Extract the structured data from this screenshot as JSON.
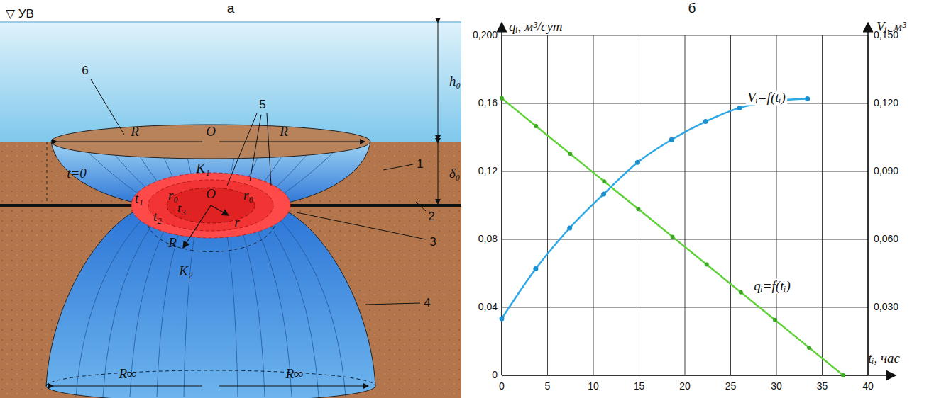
{
  "diagram": {
    "labels": [
      "а",
      "▽ УВ",
      "h₀",
      "6",
      "R",
      "O",
      "R",
      "1",
      "K₁",
      "5",
      "δ₀",
      "t=0",
      "t₁",
      "r₀",
      "O",
      "r₀",
      "t₂",
      "t₃",
      "r",
      "R",
      "2",
      "3",
      "K₂",
      "4",
      "R∞",
      "R∞",
      "б",
      "qᵢ, м³/сут",
      "Vᵢ, м³",
      "0,200",
      "0,16",
      "0,12",
      "0,08",
      "0,04",
      "0",
      "0,150",
      "0,120",
      "0,090",
      "0,060",
      "0,030",
      "0",
      "5",
      "10",
      "15",
      "20",
      "25",
      "30",
      "35",
      "40",
      "tᵢ, час",
      "Vᵢ=f(tᵢ)",
      "qᵢ=f(tᵢ)"
    ]
  }
}
